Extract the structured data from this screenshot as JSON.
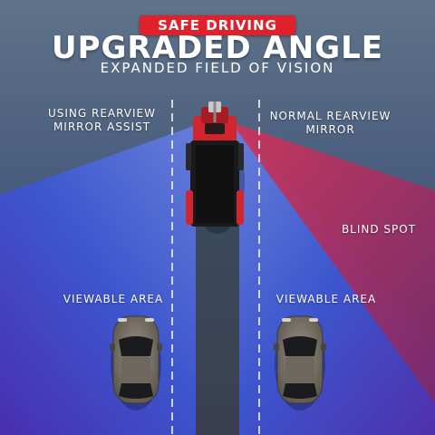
{
  "banner": {
    "badge": "SAFE DRIVING",
    "headline": "UPGRADED ANGLE",
    "subheadline": "EXPANDED FIELD OF VISION"
  },
  "labels": {
    "left_mode": "USING REARVIEW MIRROR ASSIST",
    "right_mode": "NORMAL REARVIEW MIRROR",
    "blind_spot": "BLIND SPOT",
    "viewable_left": "VIEWABLE AREA",
    "viewable_right": "VIEWABLE AREA"
  },
  "colors": {
    "background_top": "#5f7389",
    "background_bottom": "#3b2a63",
    "blue_zone": "#3b55d6",
    "red_zone": "#c22a4c",
    "truck_red": "#d3252d",
    "car_body": "#7d766c",
    "badge_red": "#e0202a"
  },
  "icons": [
    "truck-icon",
    "car-icon",
    "car-icon"
  ]
}
